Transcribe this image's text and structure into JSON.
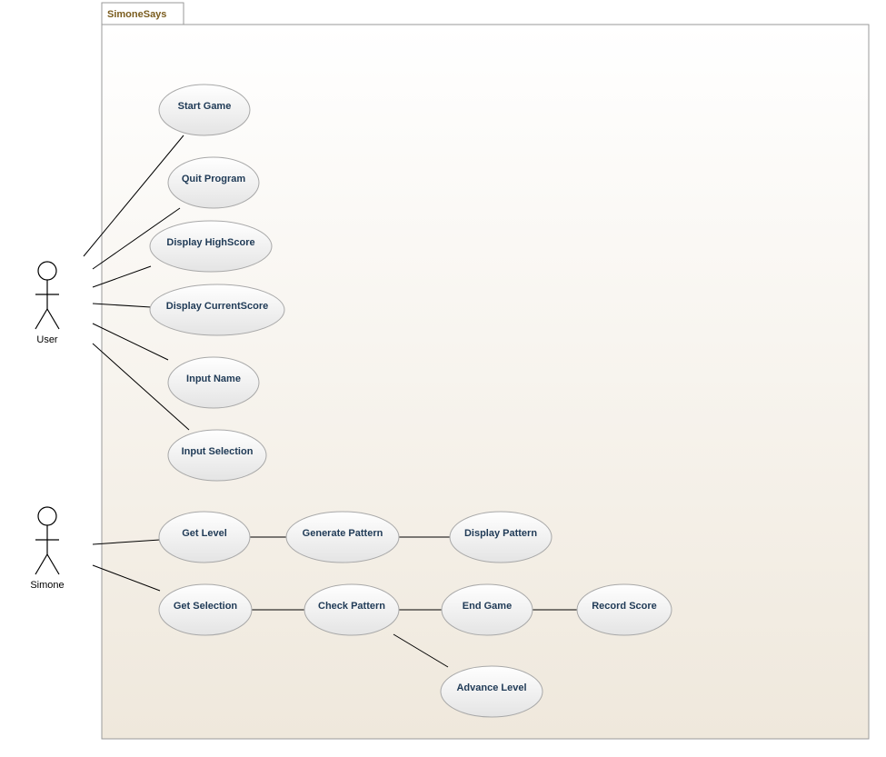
{
  "system": {
    "name": "SimoneSays"
  },
  "actors": [
    {
      "id": "user",
      "name": "User"
    },
    {
      "id": "simone",
      "name": "Simone"
    }
  ],
  "use_cases": [
    {
      "id": "start-game",
      "label": "Start Game"
    },
    {
      "id": "quit-program",
      "label": "Quit Program"
    },
    {
      "id": "display-highscore",
      "label": "Display HighScore"
    },
    {
      "id": "display-currentscore",
      "label": "Display CurrentScore"
    },
    {
      "id": "input-name",
      "label": "Input Name"
    },
    {
      "id": "input-selection",
      "label": "Input Selection"
    },
    {
      "id": "get-level",
      "label": "Get Level"
    },
    {
      "id": "generate-pattern",
      "label": "Generate Pattern"
    },
    {
      "id": "display-pattern",
      "label": "Display Pattern"
    },
    {
      "id": "get-selection",
      "label": "Get Selection"
    },
    {
      "id": "check-pattern",
      "label": "Check Pattern"
    },
    {
      "id": "end-game",
      "label": "End Game"
    },
    {
      "id": "record-score",
      "label": "Record Score"
    },
    {
      "id": "advance-level",
      "label": "Advance Level"
    }
  ],
  "associations": [
    {
      "from": "user",
      "to": "start-game"
    },
    {
      "from": "user",
      "to": "quit-program"
    },
    {
      "from": "user",
      "to": "display-highscore"
    },
    {
      "from": "user",
      "to": "display-currentscore"
    },
    {
      "from": "user",
      "to": "input-name"
    },
    {
      "from": "user",
      "to": "input-selection"
    },
    {
      "from": "simone",
      "to": "get-level"
    },
    {
      "from": "simone",
      "to": "get-selection"
    },
    {
      "from": "get-level",
      "to": "generate-pattern"
    },
    {
      "from": "generate-pattern",
      "to": "display-pattern"
    },
    {
      "from": "get-selection",
      "to": "check-pattern"
    },
    {
      "from": "check-pattern",
      "to": "end-game"
    },
    {
      "from": "end-game",
      "to": "record-score"
    },
    {
      "from": "check-pattern",
      "to": "advance-level"
    }
  ],
  "colors": {
    "system_border": "#9a9a9a",
    "system_bg_top": "#ffffff",
    "system_bg_bottom": "#efe8dc",
    "system_tab_text": "#7a5c1e",
    "use_case_text": "#1f3a56",
    "use_case_border": "#a8a8a8",
    "use_case_fill_top": "#ffffff",
    "use_case_fill_bottom": "#e4e4e4",
    "line": "#000000"
  }
}
